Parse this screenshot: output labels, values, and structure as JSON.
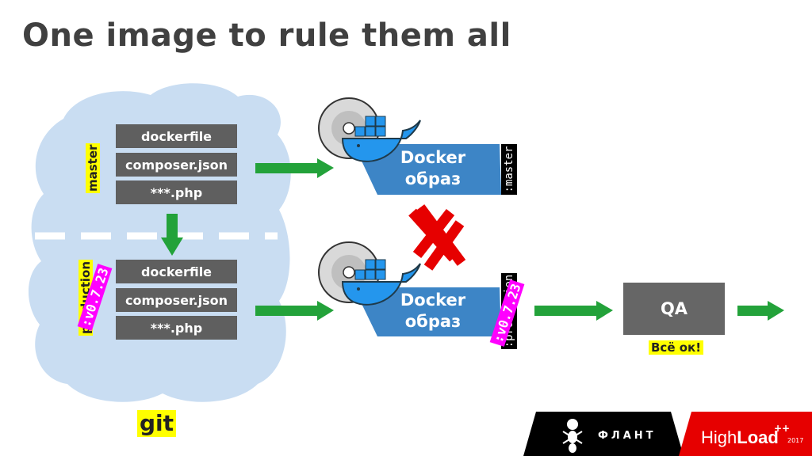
{
  "title": "One image to rule them all",
  "branches": {
    "top": "master",
    "bottom": "production"
  },
  "files_top": [
    "dockerfile",
    "composer.json",
    "***.php"
  ],
  "files_bottom": [
    "dockerfile",
    "composer.json",
    "***.php"
  ],
  "docker_top": {
    "line1": "Docker",
    "line2": "образ",
    "tag": ":master"
  },
  "docker_bottom": {
    "line1": "Docker",
    "line2": "образ",
    "tag": ":production"
  },
  "version_tag": ":v0.7.23",
  "qa": {
    "label": "QA",
    "status": "Всё ок!"
  },
  "git_label": "git",
  "logos": {
    "flant": "ФЛАНТ",
    "highload_a": "High",
    "highload_b": "Load",
    "highload_pp": "++",
    "highload_year": "2017"
  },
  "colors": {
    "cloud": "#c9ddf2",
    "arrow": "#23a23a",
    "docker_blue": "#3d85c6",
    "cross": "#e60000",
    "highlight": "#ffff00",
    "version": "#ff00ff",
    "logo_bg": "#000000",
    "highload_bg": "#e60000"
  }
}
